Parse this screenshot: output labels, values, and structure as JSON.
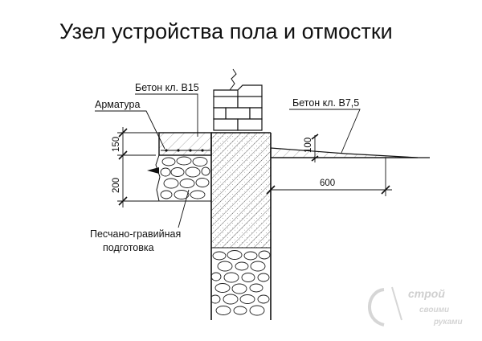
{
  "title": "Узел устройства пола и отмостки",
  "labels": {
    "concrete_b15": "Бетон кл. В15",
    "rebar": "Арматура",
    "concrete_b75": "Бетон кл. В7,5",
    "sand_gravel_line1": "Песчано-гравийная",
    "sand_gravel_line2": "подготовка"
  },
  "dimensions": {
    "slab_thickness": "150",
    "base_thickness": "200",
    "blind_area_thickness": "100",
    "blind_area_width": "600"
  },
  "watermark": {
    "brand": "строй",
    "line1": "своими",
    "line2": "руками"
  }
}
